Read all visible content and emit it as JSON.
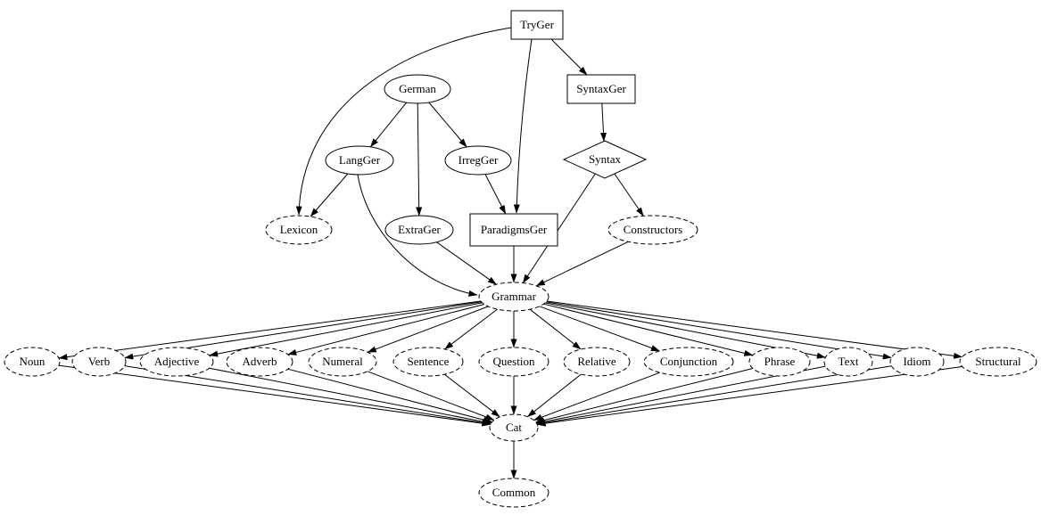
{
  "diagram": {
    "background_color": "#ffffff",
    "line_color": "#000000",
    "nodes": {
      "TryGer": {
        "label": "TryGer",
        "shape": "box",
        "border": "solid"
      },
      "German": {
        "label": "German",
        "shape": "ellipse",
        "border": "solid"
      },
      "SyntaxGer": {
        "label": "SyntaxGer",
        "shape": "box",
        "border": "solid"
      },
      "LangGer": {
        "label": "LangGer",
        "shape": "ellipse",
        "border": "solid"
      },
      "IrregGer": {
        "label": "IrregGer",
        "shape": "ellipse",
        "border": "solid"
      },
      "Syntax": {
        "label": "Syntax",
        "shape": "diamond",
        "border": "solid"
      },
      "Lexicon": {
        "label": "Lexicon",
        "shape": "ellipse",
        "border": "dashed"
      },
      "ExtraGer": {
        "label": "ExtraGer",
        "shape": "ellipse",
        "border": "solid"
      },
      "ParadigmsGer": {
        "label": "ParadigmsGer",
        "shape": "box",
        "border": "solid"
      },
      "Constructors": {
        "label": "Constructors",
        "shape": "ellipse",
        "border": "dashed"
      },
      "Grammar": {
        "label": "Grammar",
        "shape": "ellipse",
        "border": "dashed"
      },
      "Noun": {
        "label": "Noun",
        "shape": "ellipse",
        "border": "dashed"
      },
      "Verb": {
        "label": "Verb",
        "shape": "ellipse",
        "border": "dashed"
      },
      "Adjective": {
        "label": "Adjective",
        "shape": "ellipse",
        "border": "dashed"
      },
      "Adverb": {
        "label": "Adverb",
        "shape": "ellipse",
        "border": "dashed"
      },
      "Numeral": {
        "label": "Numeral",
        "shape": "ellipse",
        "border": "dashed"
      },
      "Sentence": {
        "label": "Sentence",
        "shape": "ellipse",
        "border": "dashed"
      },
      "Question": {
        "label": "Question",
        "shape": "ellipse",
        "border": "dashed"
      },
      "Relative": {
        "label": "Relative",
        "shape": "ellipse",
        "border": "dashed"
      },
      "Conjunction": {
        "label": "Conjunction",
        "shape": "ellipse",
        "border": "dashed"
      },
      "Phrase": {
        "label": "Phrase",
        "shape": "ellipse",
        "border": "dashed"
      },
      "Text": {
        "label": "Text",
        "shape": "ellipse",
        "border": "dashed"
      },
      "Idiom": {
        "label": "Idiom",
        "shape": "ellipse",
        "border": "dashed"
      },
      "Structural": {
        "label": "Structural",
        "shape": "ellipse",
        "border": "dashed"
      },
      "Cat": {
        "label": "Cat",
        "shape": "ellipse",
        "border": "dashed"
      },
      "Common": {
        "label": "Common",
        "shape": "ellipse",
        "border": "dashed"
      }
    },
    "edges": [
      [
        "TryGer",
        "Lexicon"
      ],
      [
        "TryGer",
        "SyntaxGer"
      ],
      [
        "TryGer",
        "ParadigmsGer"
      ],
      [
        "German",
        "LangGer"
      ],
      [
        "German",
        "IrregGer"
      ],
      [
        "German",
        "ExtraGer"
      ],
      [
        "SyntaxGer",
        "Syntax"
      ],
      [
        "LangGer",
        "Lexicon"
      ],
      [
        "LangGer",
        "Grammar"
      ],
      [
        "IrregGer",
        "ParadigmsGer"
      ],
      [
        "Syntax",
        "Constructors"
      ],
      [
        "Syntax",
        "Grammar"
      ],
      [
        "ExtraGer",
        "Grammar"
      ],
      [
        "ParadigmsGer",
        "Grammar"
      ],
      [
        "Constructors",
        "Grammar"
      ],
      [
        "Grammar",
        "Noun"
      ],
      [
        "Grammar",
        "Verb"
      ],
      [
        "Grammar",
        "Adjective"
      ],
      [
        "Grammar",
        "Adverb"
      ],
      [
        "Grammar",
        "Numeral"
      ],
      [
        "Grammar",
        "Sentence"
      ],
      [
        "Grammar",
        "Question"
      ],
      [
        "Grammar",
        "Relative"
      ],
      [
        "Grammar",
        "Conjunction"
      ],
      [
        "Grammar",
        "Phrase"
      ],
      [
        "Grammar",
        "Text"
      ],
      [
        "Grammar",
        "Idiom"
      ],
      [
        "Grammar",
        "Structural"
      ],
      [
        "Noun",
        "Cat"
      ],
      [
        "Verb",
        "Cat"
      ],
      [
        "Adjective",
        "Cat"
      ],
      [
        "Adverb",
        "Cat"
      ],
      [
        "Numeral",
        "Cat"
      ],
      [
        "Sentence",
        "Cat"
      ],
      [
        "Question",
        "Cat"
      ],
      [
        "Relative",
        "Cat"
      ],
      [
        "Conjunction",
        "Cat"
      ],
      [
        "Phrase",
        "Cat"
      ],
      [
        "Text",
        "Cat"
      ],
      [
        "Idiom",
        "Cat"
      ],
      [
        "Structural",
        "Cat"
      ],
      [
        "Cat",
        "Common"
      ]
    ]
  }
}
